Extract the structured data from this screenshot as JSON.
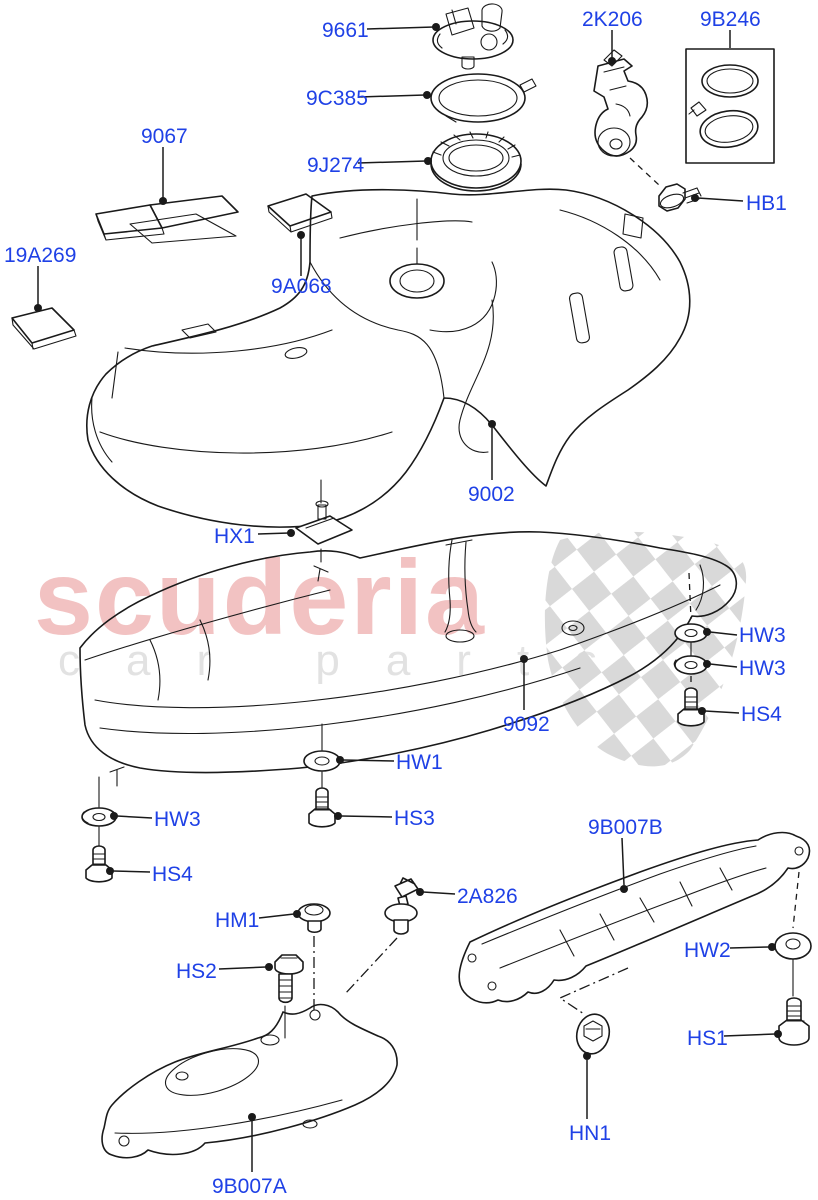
{
  "watermark": {
    "brand": "scuderia",
    "tagline": "car parts"
  },
  "colors": {
    "label_blue": "#1f41e6",
    "line_black": "#1a1a1a",
    "watermark_pink": "#f2c2c2",
    "watermark_gray": "#e2e2e2",
    "flag_gray": "#d9d9d9"
  },
  "diagram": {
    "kind": "exploded-parts-diagram",
    "subject": "Fuel tank and related parts",
    "callouts": [
      {
        "id": "9661",
        "text": "9661"
      },
      {
        "id": "9C385",
        "text": "9C385"
      },
      {
        "id": "9J274",
        "text": "9J274"
      },
      {
        "id": "9067",
        "text": "9067"
      },
      {
        "id": "19A269",
        "text": "19A269"
      },
      {
        "id": "9A068",
        "text": "9A068"
      },
      {
        "id": "2K206",
        "text": "2K206"
      },
      {
        "id": "9B246",
        "text": "9B246"
      },
      {
        "id": "HB1",
        "text": "HB1"
      },
      {
        "id": "9002",
        "text": "9002"
      },
      {
        "id": "HX1",
        "text": "HX1"
      },
      {
        "id": "9092",
        "text": "9092"
      },
      {
        "id": "HW3-right-upper",
        "text": "HW3"
      },
      {
        "id": "HW3-right-lower",
        "text": "HW3"
      },
      {
        "id": "HS4-right",
        "text": "HS4"
      },
      {
        "id": "HW3-left",
        "text": "HW3"
      },
      {
        "id": "HS4-left",
        "text": "HS4"
      },
      {
        "id": "HW1",
        "text": "HW1"
      },
      {
        "id": "HS3",
        "text": "HS3"
      },
      {
        "id": "9B007B",
        "text": "9B007B"
      },
      {
        "id": "2A826",
        "text": "2A826"
      },
      {
        "id": "HM1",
        "text": "HM1"
      },
      {
        "id": "HS2",
        "text": "HS2"
      },
      {
        "id": "HW2",
        "text": "HW2"
      },
      {
        "id": "HS1",
        "text": "HS1"
      },
      {
        "id": "HN1",
        "text": "HN1"
      },
      {
        "id": "9B007A",
        "text": "9B007A"
      }
    ]
  }
}
